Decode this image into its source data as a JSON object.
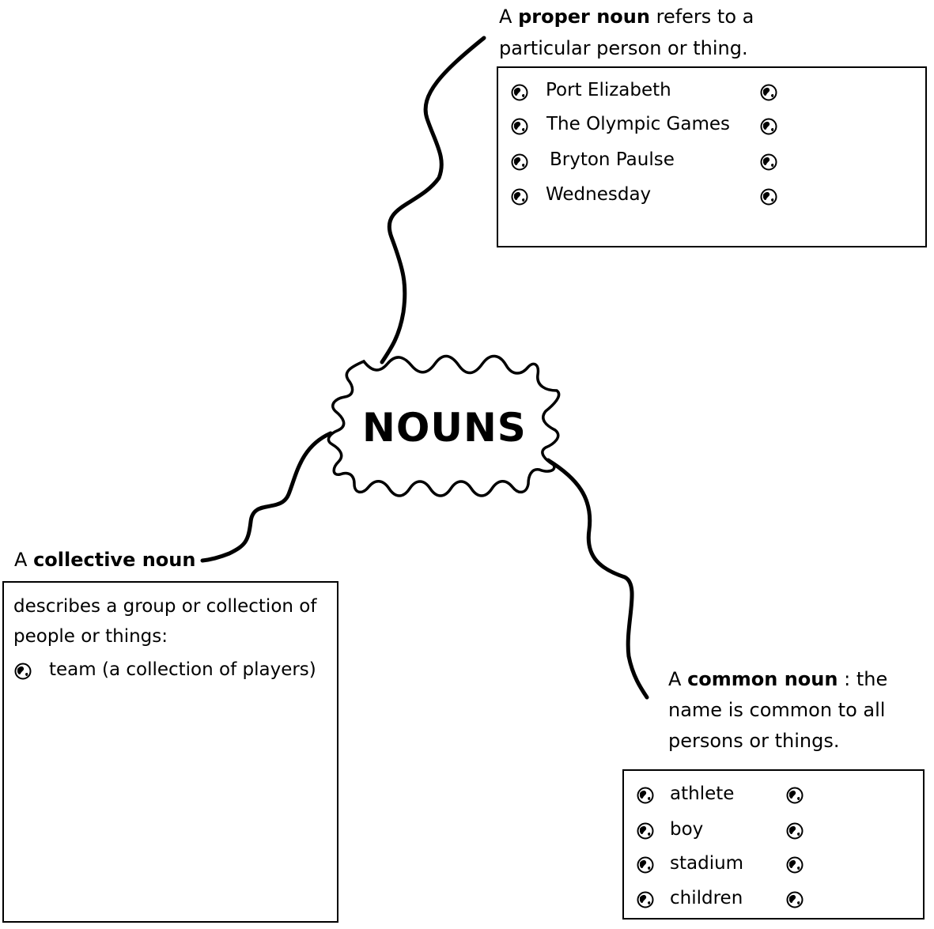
{
  "center": {
    "title": "NOUNS"
  },
  "proper": {
    "prefix": "A",
    "term": "proper noun",
    "rest_line1": "refers to a",
    "line2": "particular person or thing.",
    "items": [
      "Port Elizabeth",
      "The Olympic Games",
      "Bryton Paulse",
      "Wednesday"
    ]
  },
  "collective": {
    "prefix": "A",
    "term": "collective noun",
    "desc_line1": "describes a group or collection of",
    "desc_line2": "people or things:",
    "items": [
      "team (a collection of players)"
    ]
  },
  "common": {
    "prefix": "A",
    "term": "common noun",
    "rest_line1": ": the",
    "line2": "name is common to all",
    "line3": "persons or things.",
    "items": [
      "athlete",
      "boy",
      "stadium",
      "children"
    ]
  },
  "bullet_icon": "globe-icon"
}
